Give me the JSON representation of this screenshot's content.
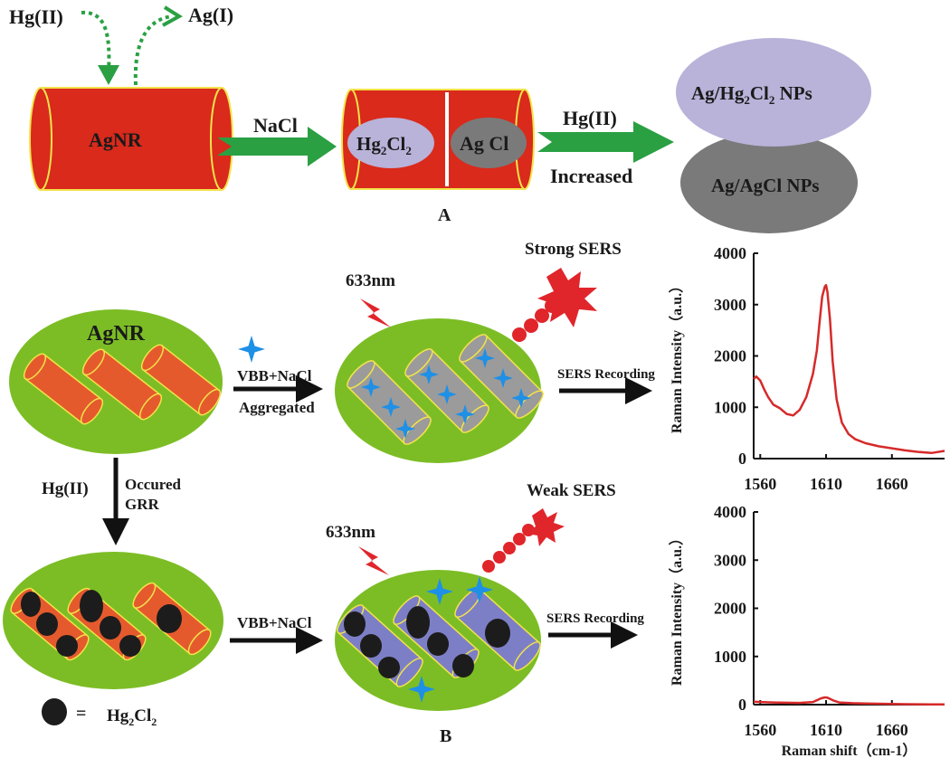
{
  "panel_a": {
    "hg_in": "Hg(II)",
    "ag_out": "Ag(I)",
    "agnr": "AgNR",
    "nacl": "NaCl",
    "hg2cl2_base": "Hg",
    "hg2cl2_sub1": "2",
    "hg2cl2_mid": "Cl",
    "hg2cl2_sub2": "2",
    "agcl": "Ag Cl",
    "hg_increase": "Hg(II)",
    "increased": "Increased",
    "np1_base": "Ag/Hg",
    "np1_sub1": "2",
    "np1_mid": "Cl",
    "np1_sub2": "2",
    "np1_tail": " NPs",
    "np2": "Ag/AgCl NPs",
    "panel_label": "A"
  },
  "panel_b": {
    "agnr": "AgNR",
    "laser_top": "633nm",
    "strong": "Strong SERS",
    "vbb_top": "VBB+NaCl",
    "aggregated": "Aggregated",
    "sers_rec_top": "SERS Recording",
    "hg": "Hg(II)",
    "occured": "Occured",
    "grr": "GRR",
    "laser_bottom": "633nm",
    "weak": "Weak SERS",
    "vbb_bottom": "VBB+NaCl",
    "sers_rec_bottom": "SERS Recording",
    "legend_eq": "=",
    "legend_base": "Hg",
    "legend_sub1": "2",
    "legend_mid": "Cl",
    "legend_sub2": "2",
    "panel_label": "B"
  },
  "colors": {
    "rod_red": "#d92a1c",
    "rod_edge": "#f2e34a",
    "arrow_green": "#2aa043",
    "np_purple": "#b9b2d9",
    "np_gray": "#7a7a7a",
    "cluster_green": "#7cbd25",
    "aggregated_rod": "#9b9b9b",
    "reacted_rod": "#7d7fc6",
    "star_blue": "#1e90e6",
    "hg2cl2_dot": "#1c1c1c",
    "spectrum_red": "#d62a2a",
    "sers_burst": "#e0262b"
  },
  "chart_data": [
    {
      "type": "line",
      "title": "",
      "xlabel": "",
      "ylabel": "Raman Intensity（a.u.）",
      "xlim": [
        1555,
        1700
      ],
      "ylim": [
        0,
        4000
      ],
      "xticks": [
        "1560",
        "1610",
        "1660"
      ],
      "yticks": [
        "0",
        "1000",
        "2000",
        "3000",
        "4000"
      ],
      "series": [
        {
          "x": [
            1555,
            1557,
            1560,
            1563,
            1566,
            1570,
            1575,
            1580,
            1585,
            1590,
            1595,
            1600,
            1603,
            1605,
            1607,
            1609,
            1610,
            1611,
            1613,
            1615,
            1618,
            1622,
            1627,
            1632,
            1640,
            1650,
            1660,
            1670,
            1680,
            1690,
            1700
          ],
          "y": [
            1550,
            1600,
            1520,
            1350,
            1200,
            1050,
            980,
            870,
            840,
            950,
            1200,
            1650,
            2100,
            2650,
            3150,
            3350,
            3380,
            3250,
            2700,
            1900,
            1150,
            700,
            480,
            380,
            300,
            240,
            200,
            160,
            130,
            110,
            150
          ]
        }
      ]
    },
    {
      "type": "line",
      "title": "",
      "xlabel": "Raman shift（cm-1）",
      "ylabel": "Raman Intensity（a.u.）",
      "xlim": [
        1555,
        1700
      ],
      "ylim": [
        0,
        4000
      ],
      "xticks": [
        "1560",
        "1610",
        "1660"
      ],
      "yticks": [
        "0",
        "1000",
        "2000",
        "3000",
        "4000"
      ],
      "series": [
        {
          "x": [
            1555,
            1560,
            1570,
            1580,
            1590,
            1600,
            1603,
            1606,
            1609,
            1611,
            1613,
            1616,
            1620,
            1630,
            1640,
            1650,
            1660,
            1670,
            1680,
            1690,
            1700
          ],
          "y": [
            60,
            55,
            45,
            40,
            35,
            55,
            90,
            130,
            150,
            145,
            120,
            80,
            45,
            30,
            22,
            18,
            14,
            10,
            8,
            6,
            5
          ]
        }
      ]
    }
  ]
}
